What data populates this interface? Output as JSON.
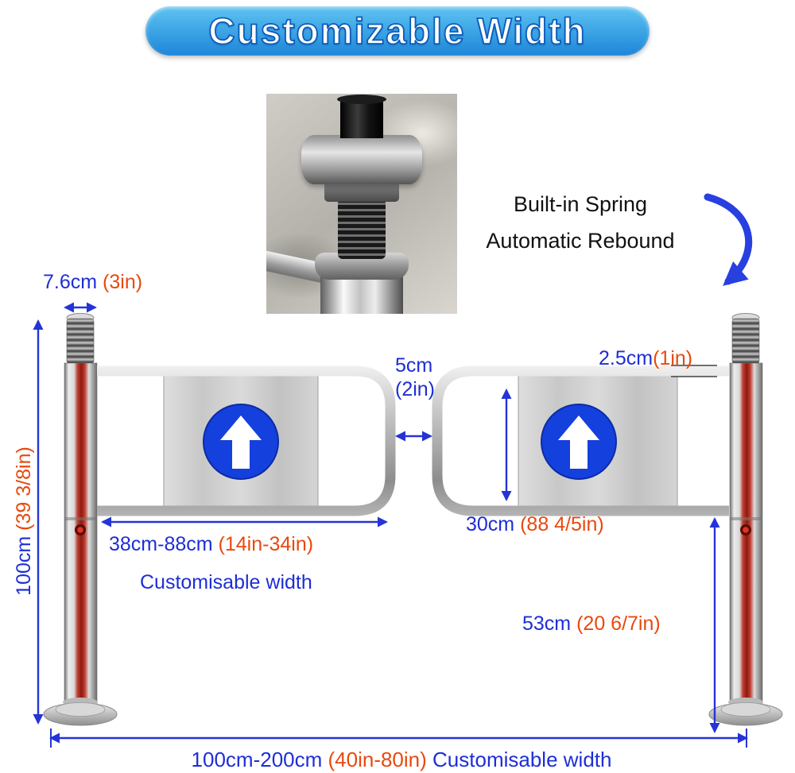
{
  "banner": {
    "title": "Customizable Width"
  },
  "spring_callout": {
    "line1": "Built-in Spring",
    "line2": "Automatic Rebound"
  },
  "dimensions": {
    "post_diameter": {
      "metric": "7.6cm",
      "imperial": "(3in)"
    },
    "post_height": {
      "metric": "100cm",
      "imperial": "(39 3/8in)"
    },
    "center_gap": {
      "metric": "5cm",
      "imperial": "(2in)"
    },
    "tube_diameter": {
      "metric": "2.5cm",
      "imperial": "(1in)"
    },
    "panel_height": {
      "metric": "30cm",
      "imperial": "(88 4/5in)"
    },
    "wing_width": {
      "metric": "38cm-88cm",
      "imperial": "(14in-34in)",
      "note": "Customisable width"
    },
    "ground_clearance": {
      "metric": "53cm",
      "imperial": "(20 6/7in)"
    },
    "total_width": {
      "metric": "100cm-200cm",
      "imperial": "(40in-80in)",
      "note": "Customisable width"
    }
  },
  "icons": {
    "panel_direction": "up-arrow-in-circle",
    "rebound": "curved-down-arrow"
  },
  "colors": {
    "metric": "#1e2ed6",
    "imperial": "#e8490e",
    "dimension_arrow": "#2434d6",
    "banner_top": "#5ec4f2",
    "banner_bottom": "#1d86d8",
    "panel_circle": "#1440dd",
    "callout_text": "#111111",
    "post_red": "#9a2015"
  }
}
